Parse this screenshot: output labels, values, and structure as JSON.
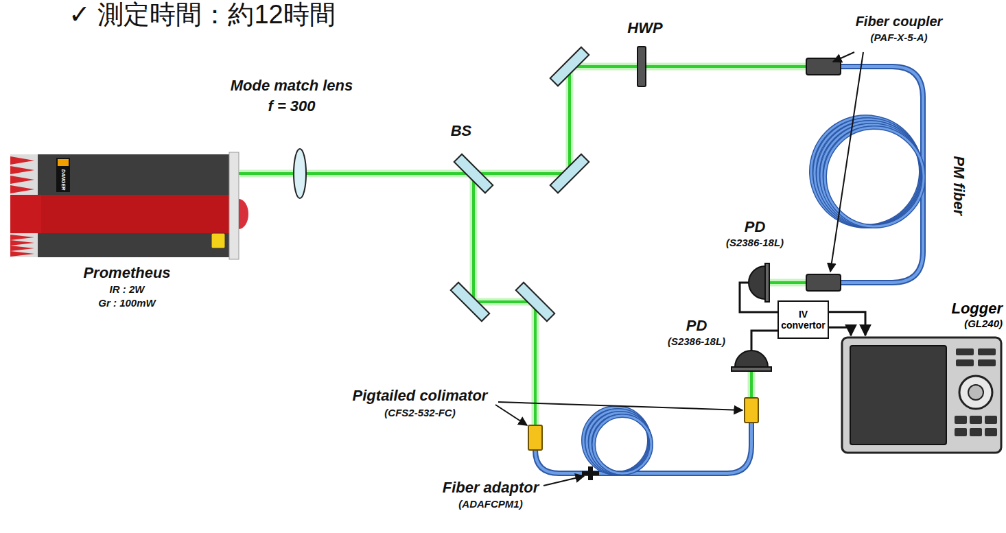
{
  "diagram": {
    "nodes": [
      {
        "text": [
          "IV convertor"
        ]
      },
      {
        "text": [
          "Logger",
          "(GL240)"
        ]
      }
    ],
    "edges": [
      {
        "from": 0,
        "to": 1,
        "arrow": "to"
      },
      {
        "from": 0,
        "to": 1,
        "arrow": "to"
      }
    ],
    "labels": [
      "✓ 測定時間：約12時間",
      "Mode match lens",
      "f = 300",
      "BS",
      "HWP",
      "Fiber coupler",
      "(PAF-X-5-A)",
      "PM fiber",
      "PD",
      "(S2386-18L)",
      "PD",
      "(S2386-18L)",
      "Prometheus",
      "IR : 2W",
      "Gr : 100mW",
      "DANGER",
      "Pigtailed colimator",
      "(CFS2-532-FC)",
      "Fiber adaptor",
      "(ADAFCPM1)"
    ]
  }
}
